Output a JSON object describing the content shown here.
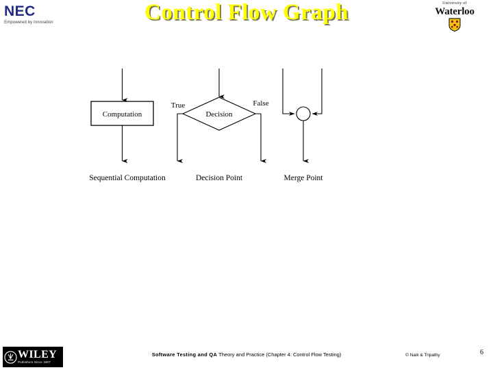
{
  "slide": {
    "title": "Control Flow Graph",
    "page_number": "6",
    "title_color": "#ffff00",
    "background_color": "#ffffff"
  },
  "nec_logo": {
    "wordmark": "NEC",
    "tagline": "Empowered by Innovation",
    "brand_color": "#1f2b86"
  },
  "waterloo_logo": {
    "line1": "University of",
    "line2": "Waterloo",
    "shield_color": "#f2c20a",
    "icon": "waterloo-shield-crest-icon"
  },
  "wiley_logo": {
    "wordmark": "WILEY",
    "tagline": "Publishers Since 1807",
    "emblem": "wiley-circular-emblem-icon",
    "background_color": "#000000"
  },
  "diagram": {
    "name": "control-flow-graph-constructs",
    "panels": [
      {
        "id": "sequential-computation",
        "caption": "Sequential Computation",
        "node_label": "Computation",
        "node_shape": "rectangle"
      },
      {
        "id": "decision-point",
        "caption": "Decision Point",
        "node_label": "Decision",
        "node_shape": "diamond",
        "branch_labels": [
          "True",
          "False"
        ]
      },
      {
        "id": "merge-point",
        "caption": "Merge Point",
        "node_label": "",
        "node_shape": "circle"
      }
    ]
  },
  "footer": {
    "title_bold": "Software Testing and QA",
    "title_rest": " Theory and Practice (Chapter 4: Control Flow Testing)",
    "copyright": "© Naik & Tripathy"
  }
}
